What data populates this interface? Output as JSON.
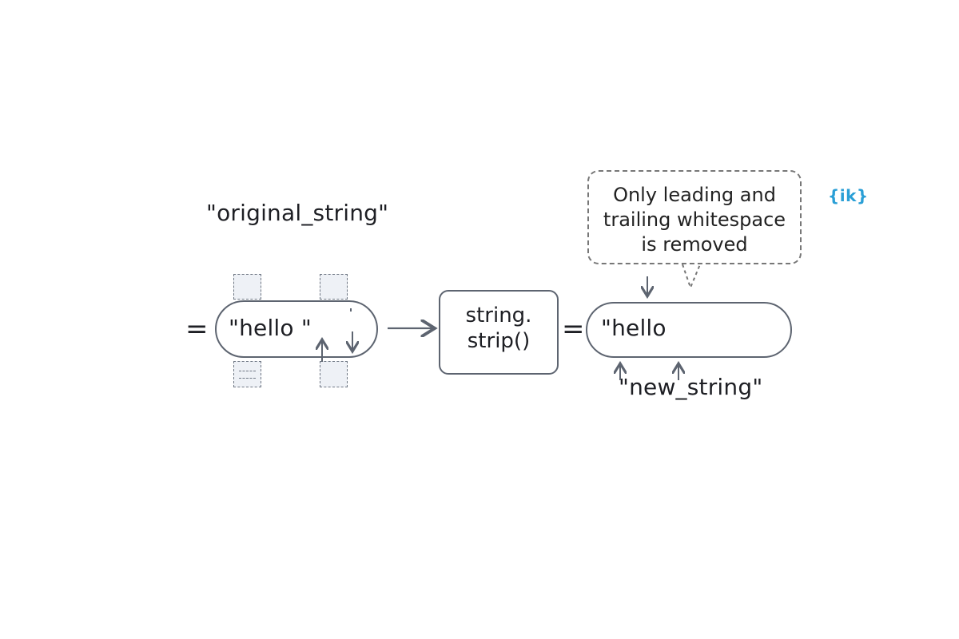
{
  "labels": {
    "original_string": "\"original_string\"",
    "new_string": "\"new_string\"",
    "equals_left": "=",
    "equals_right": "=",
    "hello_input": "\"hello \"",
    "hello_output": "\"hello"
  },
  "method": {
    "line1": "string.",
    "line2": "strip()"
  },
  "callout": {
    "line1": "Only leading and",
    "line2": "trailing whitespace",
    "line3": "is removed"
  },
  "logo": {
    "text": "{ik}"
  },
  "colors": {
    "stroke": "#5d6470",
    "logo": "#2a9fd6"
  }
}
